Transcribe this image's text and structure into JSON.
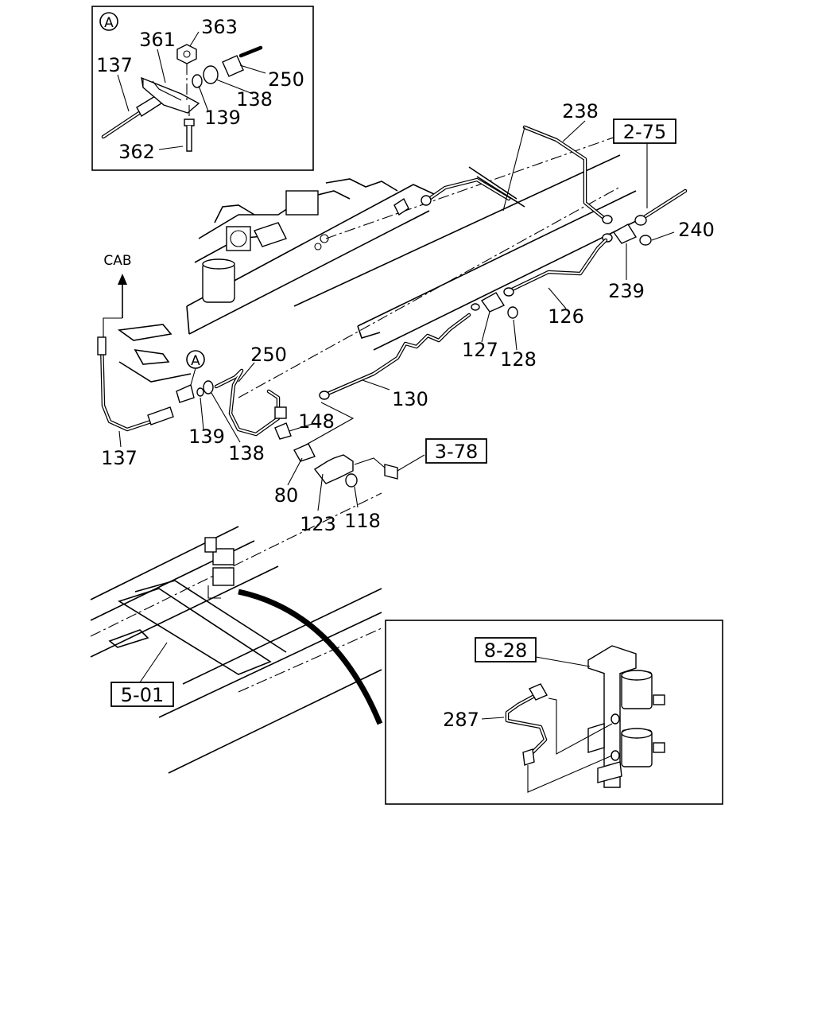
{
  "inset_a": {
    "marker": "A",
    "labels": [
      "363",
      "361",
      "137",
      "250",
      "138",
      "139",
      "362"
    ]
  },
  "main": {
    "cab_label": "CAB",
    "marker_a": "A",
    "labels": [
      "238",
      "240",
      "239",
      "126",
      "127",
      "128",
      "130",
      "250",
      "148",
      "139",
      "138",
      "137",
      "80",
      "123",
      "118"
    ],
    "refs": [
      "2-75",
      "3-78"
    ]
  },
  "lower": {
    "ref": "5-01"
  },
  "inset_valve": {
    "ref": "8-28",
    "label_287": "287"
  }
}
